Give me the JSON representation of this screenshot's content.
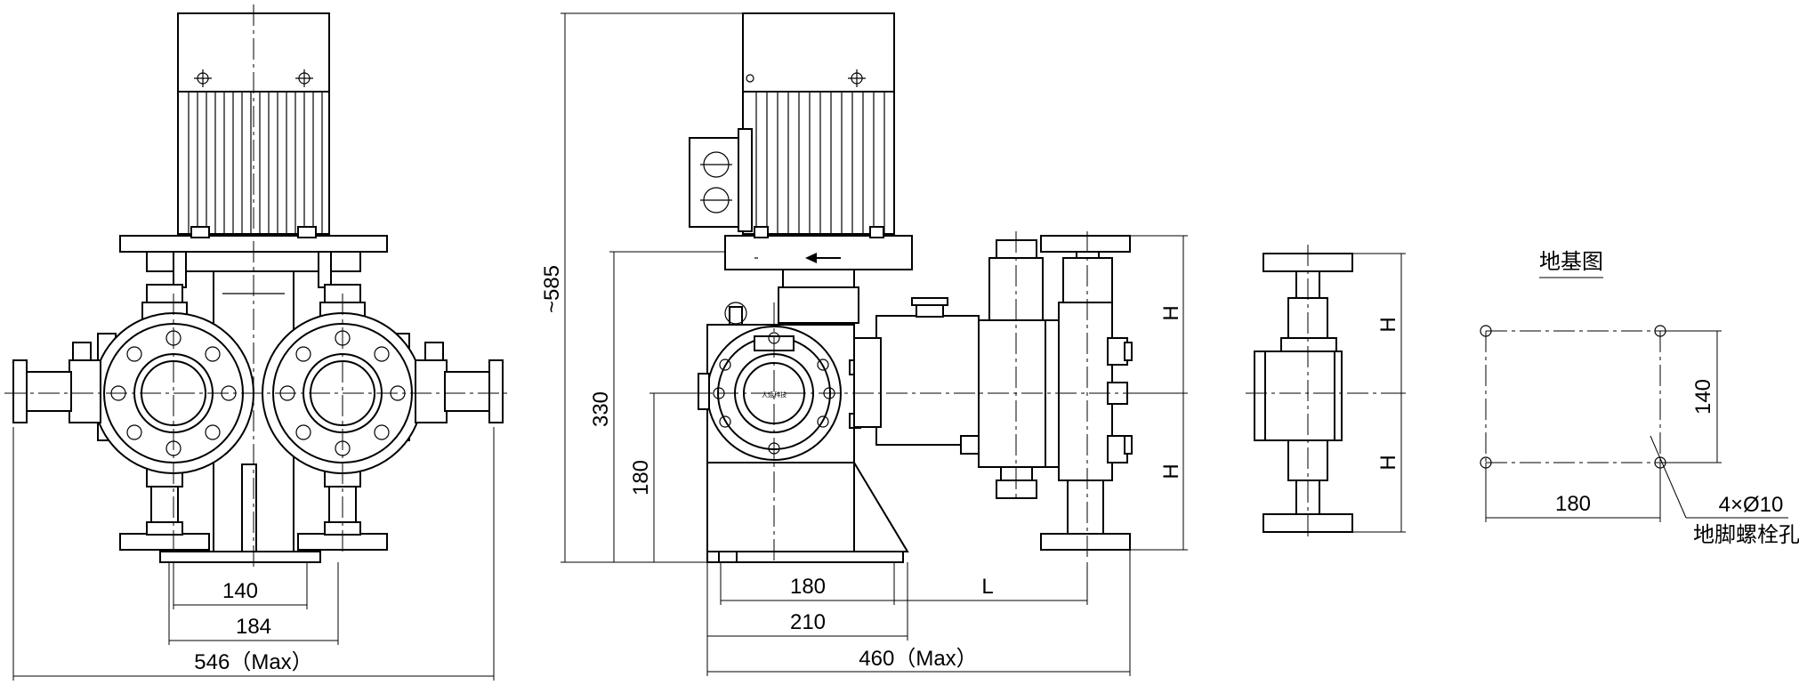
{
  "dimensions": {
    "front_140": "140",
    "front_184": "184",
    "front_width": "546（Max）",
    "height_total": "~585",
    "height_330": "330",
    "height_180": "180",
    "side_180": "180",
    "side_L": "L",
    "side_210": "210",
    "side_length": "460（Max）",
    "valve_H_top": "H",
    "valve_H_bottom": "H",
    "valve2_H_top": "H",
    "valve2_H_bottom": "H"
  },
  "foundation": {
    "title": "地基图",
    "width": "180",
    "depth": "140",
    "hole_spec": "4×Ø10",
    "hole_label": "地脚螺栓孔"
  },
  "nameplate": {
    "brand": "大运科技"
  }
}
